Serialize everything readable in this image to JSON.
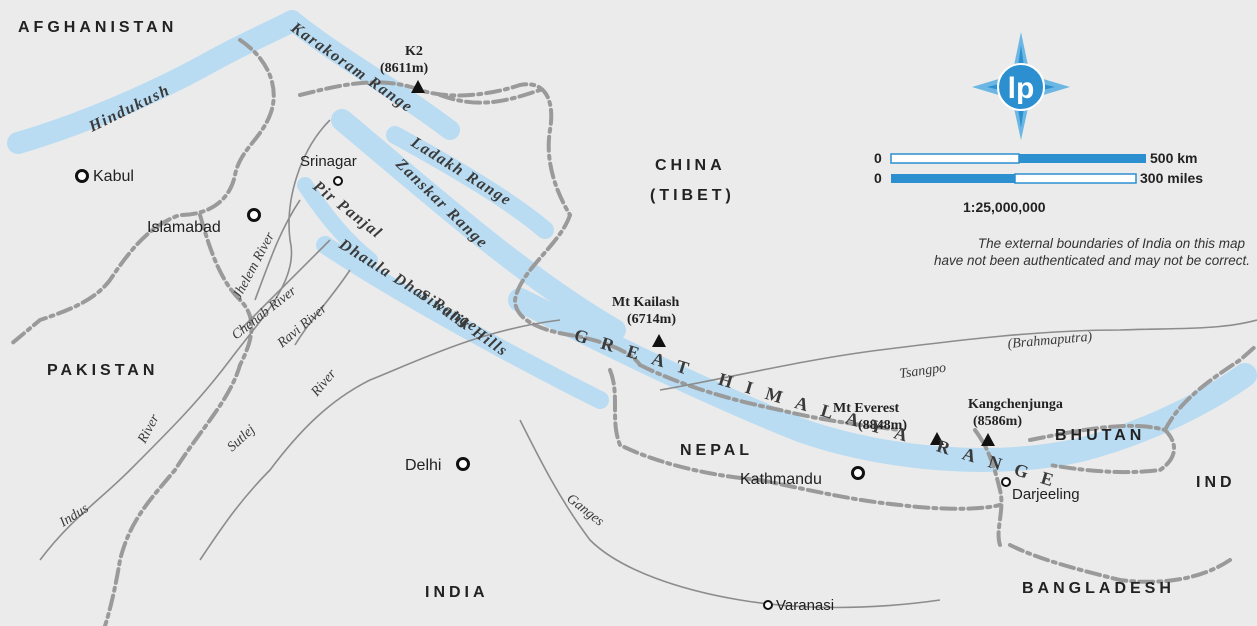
{
  "countries": {
    "afghanistan": "AFGHANISTAN",
    "pakistan": "PAKISTAN",
    "china": "CHINA",
    "tibet": "(TIBET)",
    "nepal": "NEPAL",
    "bhutan": "BHUTAN",
    "india": "INDIA",
    "india_partial": "IND",
    "bangladesh": "BANGLADESH"
  },
  "cities": {
    "kabul": "Kabul",
    "islamabad": "Islamabad",
    "srinagar": "Srinagar",
    "delhi": "Delhi",
    "kathmandu": "Kathmandu",
    "darjeeling": "Darjeeling",
    "varanasi": "Varanasi"
  },
  "peaks": {
    "k2_name": "K2",
    "k2_height": "(8611m)",
    "kailash_name": "Mt Kailash",
    "kailash_height": "(6714m)",
    "everest_name": "Mt Everest",
    "everest_height": "(8848m)",
    "kangchenjunga_name": "Kangchenjunga",
    "kangchenjunga_height": "(8586m)"
  },
  "ranges": {
    "hindukush": "Hindukush",
    "karakoram": "Karakoram Range",
    "ladakh": "Ladakh Range",
    "zanskar": "Zanskar Range",
    "pir_panjal": "Pir Panjal",
    "dhaula_dhar": "Dhaula Dhar Range",
    "siwalik": "Siwalik Hills",
    "great_himalaya": "GREAT HIMALAYA RANGE"
  },
  "rivers": {
    "jhelem": "Jhelem River",
    "chenab": "Chenab River",
    "ravi": "Ravi River",
    "river_sutlej_top": "River",
    "sutlej": "Sutlej",
    "indus": "Indus",
    "river_indus_top": "River",
    "ganges": "Ganges",
    "tsangpo": "Tsangpo",
    "brahmaputra": "(Brahmaputra)"
  },
  "scale": {
    "zero_km": "0",
    "km_label": "500 km",
    "zero_miles": "0",
    "miles_label": "300 miles",
    "ratio": "1:25,000,000"
  },
  "note": {
    "line1": "The external boundaries of India on this map",
    "line2": "have not been authenticated and may not be correct."
  },
  "logo": {
    "text": "lp"
  },
  "colors": {
    "background": "#ebebeb",
    "range_band": "#b9dcf2",
    "border": "#9a9a9a",
    "river": "#8c8c8c",
    "logo_blue": "#2b8fd0"
  }
}
